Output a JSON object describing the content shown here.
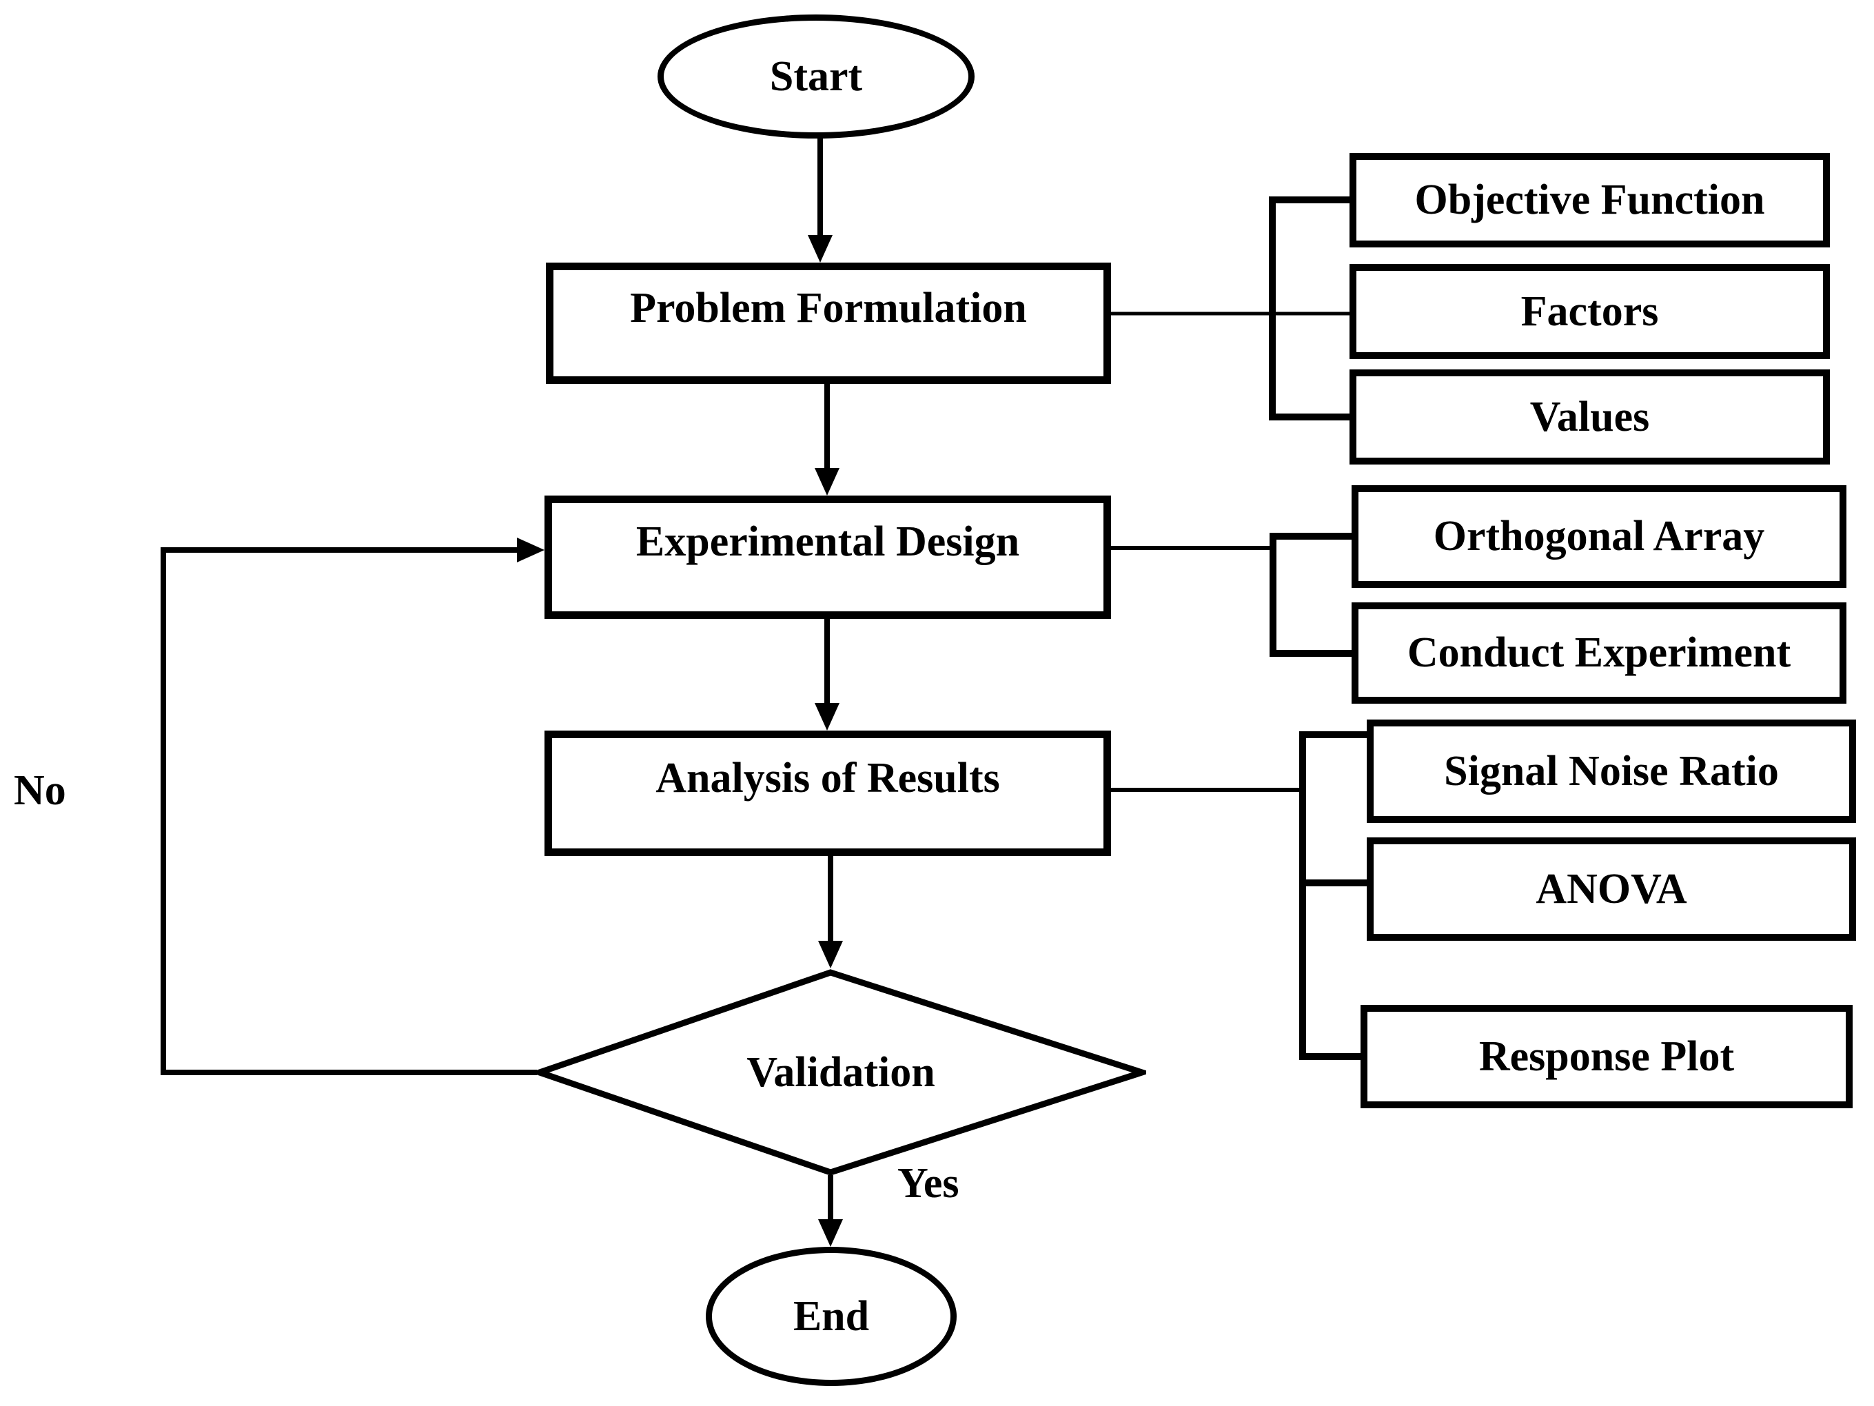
{
  "diagram": {
    "type": "flowchart",
    "background_color": "#ffffff",
    "line_color": "#000000",
    "text_color": "#000000",
    "nodes": {
      "start": {
        "label": "Start",
        "shape": "ellipse"
      },
      "problem_formulation": {
        "label": "Problem Formulation",
        "shape": "rectangle"
      },
      "experimental_design": {
        "label": "Experimental Design",
        "shape": "rectangle"
      },
      "analysis_of_results": {
        "label": "Analysis of Results",
        "shape": "rectangle"
      },
      "validation": {
        "label": "Validation",
        "shape": "diamond"
      },
      "end": {
        "label": "End",
        "shape": "ellipse"
      }
    },
    "branches": {
      "problem_formulation": [
        "Objective Function",
        "Factors",
        "Values"
      ],
      "experimental_design": [
        "Orthogonal Array",
        "Conduct Experiment"
      ],
      "analysis_of_results": [
        "Signal Noise Ratio",
        "ANOVA",
        "Response Plot"
      ]
    },
    "edge_labels": {
      "validation_yes": "Yes",
      "validation_no": "No"
    }
  }
}
